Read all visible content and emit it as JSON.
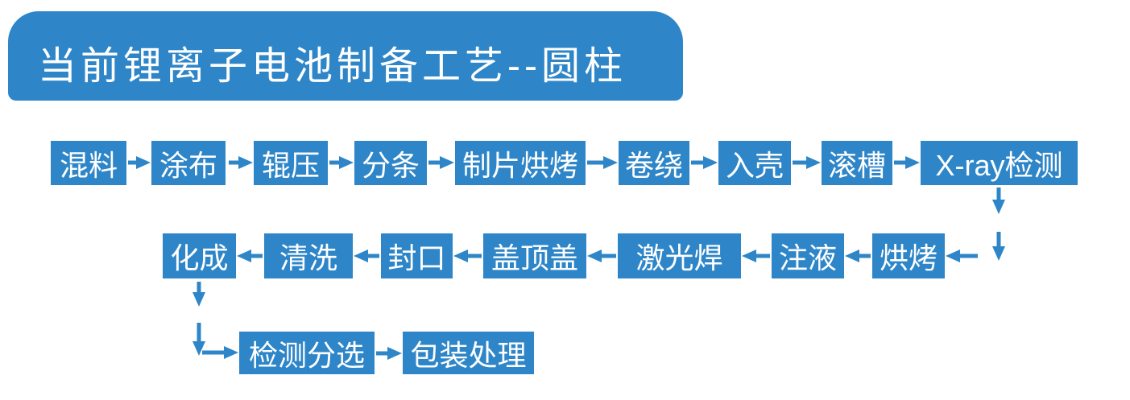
{
  "title": "当前锂离子电池制备工艺--圆柱",
  "colors": {
    "primary": "#2E86C8",
    "text": "#FFFFFF",
    "background": "#FFFFFF"
  },
  "flow": {
    "row1": [
      "混料",
      "涂布",
      "辊压",
      "分条",
      "制片烘烤",
      "卷绕",
      "入壳",
      "滚槽",
      "X-ray检测"
    ],
    "row1_direction": "left-to-right",
    "row2": [
      "化成",
      "清洗",
      "封口",
      "盖顶盖",
      "激光焊",
      "注液",
      "烘烤"
    ],
    "row2_direction": "right-to-left",
    "row3": [
      "检测分选",
      "包装处理"
    ],
    "row3_direction": "left-to-right"
  },
  "sequence": [
    "混料",
    "涂布",
    "辊压",
    "分条",
    "制片烘烤",
    "卷绕",
    "入壳",
    "滚槽",
    "X-ray检测",
    "烘烤",
    "注液",
    "激光焊",
    "盖顶盖",
    "封口",
    "清洗",
    "化成",
    "检测分选",
    "包装处理"
  ],
  "elbow_connectors": [
    {
      "from": "X-ray检测",
      "to": "烘烤",
      "style": "two-segment-down-then-left"
    },
    {
      "from": "化成",
      "to": "检测分选",
      "style": "two-segment-down-then-right"
    }
  ]
}
